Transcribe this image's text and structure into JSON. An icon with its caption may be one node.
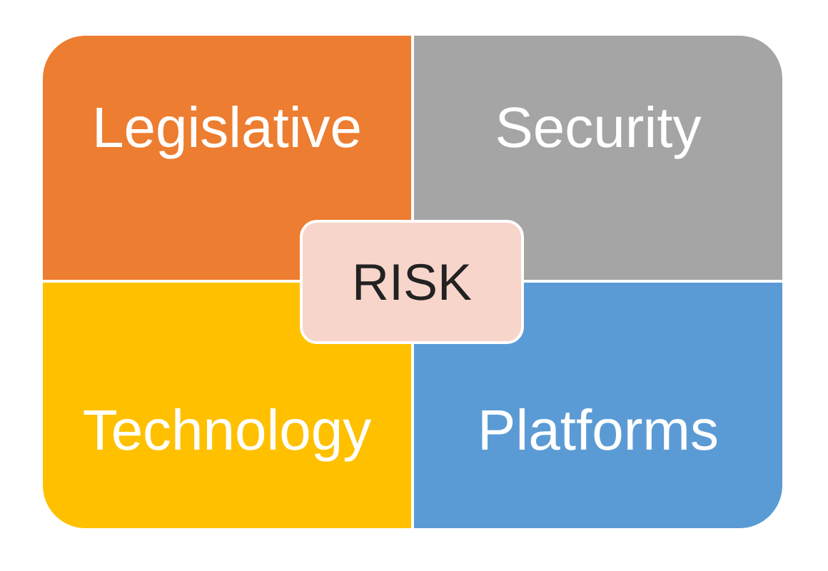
{
  "diagram": {
    "nodes": [
      {
        "text": [
          "Legislative"
        ]
      },
      {
        "text": [
          "Security"
        ]
      },
      {
        "text": [
          "Technology"
        ]
      },
      {
        "text": [
          "Platforms"
        ]
      },
      {
        "text": [
          "RISK"
        ]
      }
    ]
  }
}
